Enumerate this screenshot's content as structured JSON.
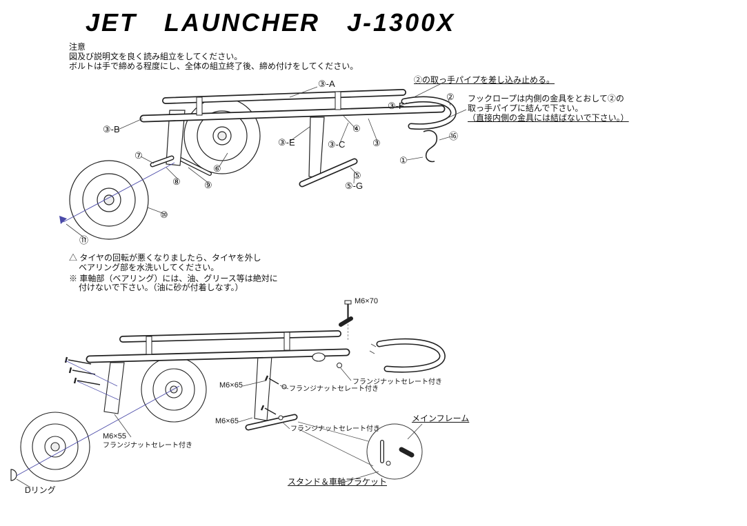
{
  "title": "JET LAUNCHER J-1300X",
  "header_notes": {
    "heading": "注意",
    "line1": "図及び説明文を良く読み組立をしてください。",
    "line2": "ボルトは手で締める程度にし、全体の組立終了後、締め付けをしてください。"
  },
  "top_diagram": {
    "annotations": {
      "insert_handle": "②の取っ手パイプを差し込み止める。",
      "hook_rope_line1": "フックロープは内側の金具をとおして②の",
      "hook_rope_line2": "取っ手パイプに結んで下さい。",
      "hook_rope_line3": "（直接内側の金具には結ばないで下さい。）"
    },
    "labels": {
      "l3a": "③-A",
      "l3b": "③-B",
      "l3f": "③-F",
      "l2": "②",
      "l4": "④",
      "l3e": "③-E",
      "l3c": "③-C",
      "l3": "③",
      "l16": "⑯",
      "l1": "①",
      "l5": "⑤",
      "l5g": "⑤-G",
      "l6": "⑥",
      "l7": "⑦",
      "l8": "⑧",
      "l9": "⑨",
      "l10": "⑩",
      "l11": "⑪"
    }
  },
  "maintenance_notes": {
    "line1": "△ タイヤの回転が悪くなりましたら、タイヤを外し",
    "line2": "ベアリング部を水洗いしてください。",
    "line3": "※ 車軸部（ベアリング）には、油、グリース等は絶対に",
    "line4": "付けないで下さい。（油に砂が付着しなす。）"
  },
  "bottom_diagram": {
    "bolts": {
      "m6x70": "M6×70",
      "m6x65_upper": "M6×65",
      "m6x65_lower": "M6×65",
      "m6x55": "M6×55"
    },
    "flange_note": "フランジナットセレート付き",
    "parts": {
      "main_frame": "メインフレーム",
      "stand_axle_bracket": "スタンド＆車軸ブラケット",
      "d_ring": "Dリング"
    }
  }
}
